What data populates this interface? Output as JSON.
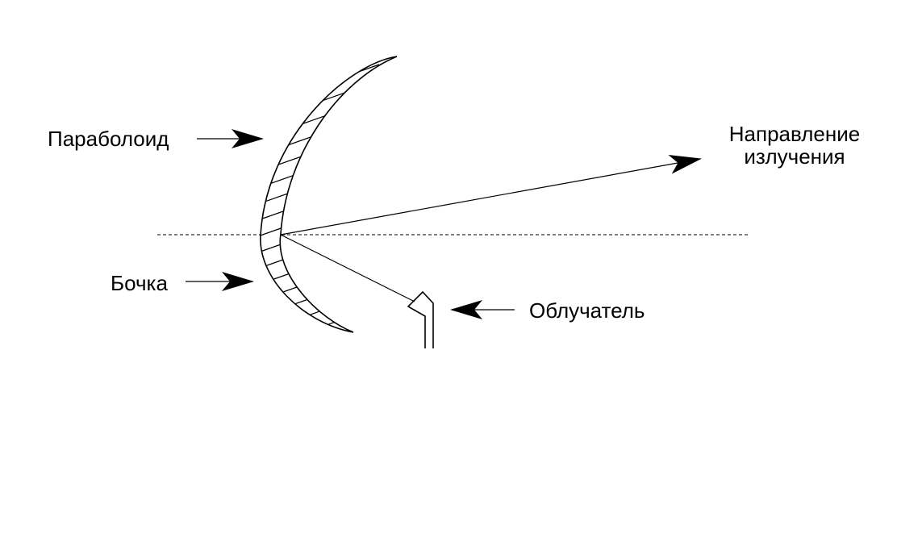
{
  "labels": {
    "paraboloid": "Параболоид",
    "barrel": "Бочка",
    "feed": "Облучатель",
    "direction_line1": "Направление",
    "direction_line2": "излучения"
  },
  "colors": {
    "ink": "#000000",
    "background": "#ffffff"
  }
}
